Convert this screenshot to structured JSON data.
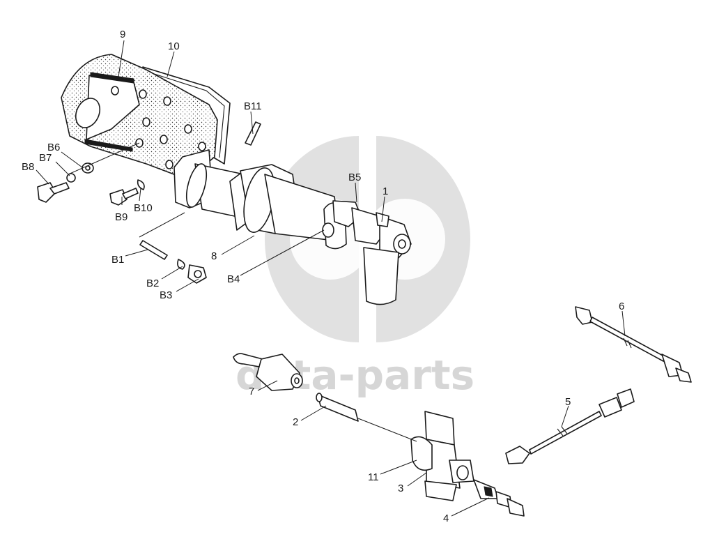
{
  "diagram": {
    "labels": {
      "p1": "1",
      "p2": "2",
      "p3": "3",
      "p4": "4",
      "p5": "5",
      "p6": "6",
      "p7": "7",
      "p8": "8",
      "p9": "9",
      "p10": "10",
      "p11": "11",
      "b1": "B1",
      "b2": "B2",
      "b3": "B3",
      "b4": "B4",
      "b5": "B5",
      "b6": "B6",
      "b7": "B7",
      "b8": "B8",
      "b9": "B9",
      "b10": "B10",
      "b11": "B11"
    }
  },
  "watermark": {
    "text": "data-parts",
    "color": "#c8c8c8"
  },
  "colors": {
    "ink": "#1a1a1a",
    "background": "#ffffff"
  }
}
